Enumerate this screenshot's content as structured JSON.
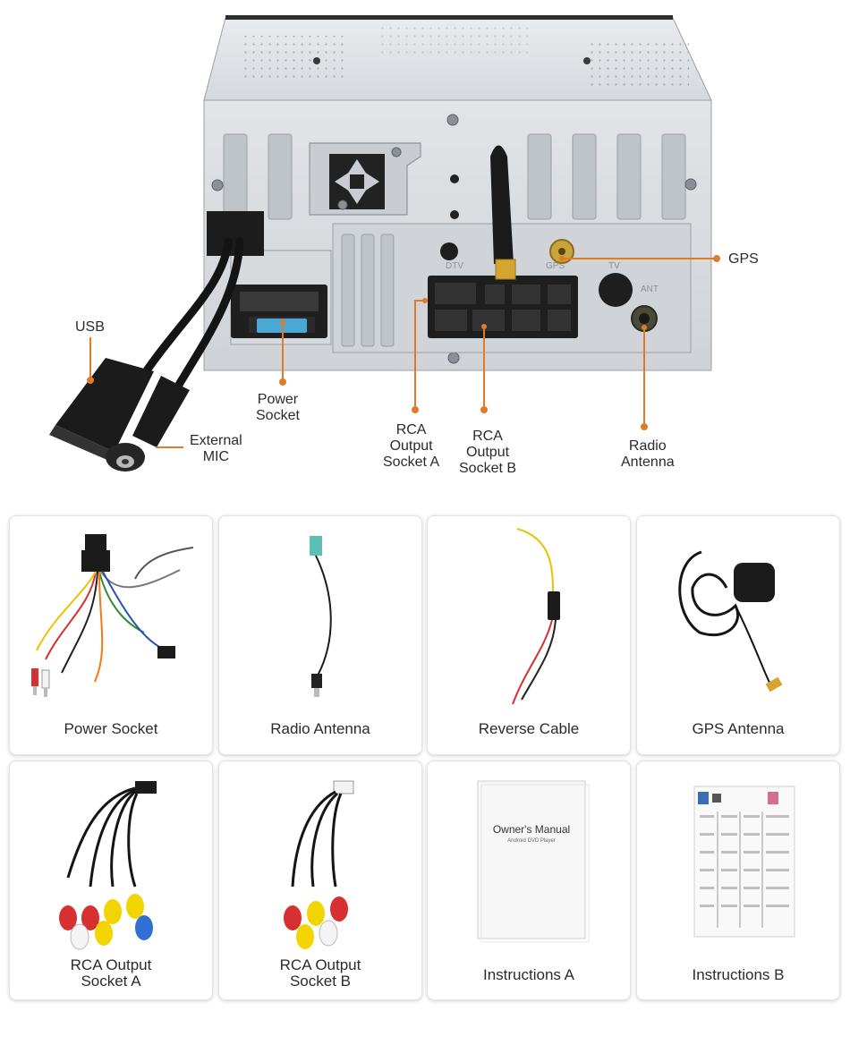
{
  "callouts": {
    "gps": "GPS",
    "usb": "USB",
    "power_socket": [
      "Power",
      "Socket"
    ],
    "external_mic": [
      "External",
      "MIC"
    ],
    "rca_a": [
      "RCA",
      "Output",
      "Socket A"
    ],
    "rca_b": [
      "RCA",
      "Output",
      "Socket B"
    ],
    "radio_antenna": [
      "Radio",
      "Antenna"
    ]
  },
  "unit_markings": {
    "dtv": "DTV",
    "gps": "GPS",
    "tv": "TV",
    "ant": "ANT"
  },
  "manual_cover": {
    "title": "Owner's Manual",
    "subtitle": "Android DVD Player"
  },
  "accessories": [
    {
      "label": "Power Socket",
      "icon": "power-harness-icon"
    },
    {
      "label": "Radio Antenna",
      "icon": "radio-antenna-icon"
    },
    {
      "label": "Reverse Cable",
      "icon": "reverse-cable-icon"
    },
    {
      "label": "GPS Antenna",
      "icon": "gps-antenna-icon"
    },
    {
      "label": [
        "RCA Output",
        "Socket A"
      ],
      "icon": "rca-cable-a-icon"
    },
    {
      "label": [
        "RCA Output",
        "Socket B"
      ],
      "icon": "rca-cable-b-icon"
    },
    {
      "label": "Instructions A",
      "icon": "manual-icon"
    },
    {
      "label": "Instructions B",
      "icon": "instruction-sheet-icon"
    }
  ],
  "colors": {
    "callout_line": "#e07b28",
    "chassis": "#d9dcdf",
    "card_border": "#e3e3e3"
  }
}
